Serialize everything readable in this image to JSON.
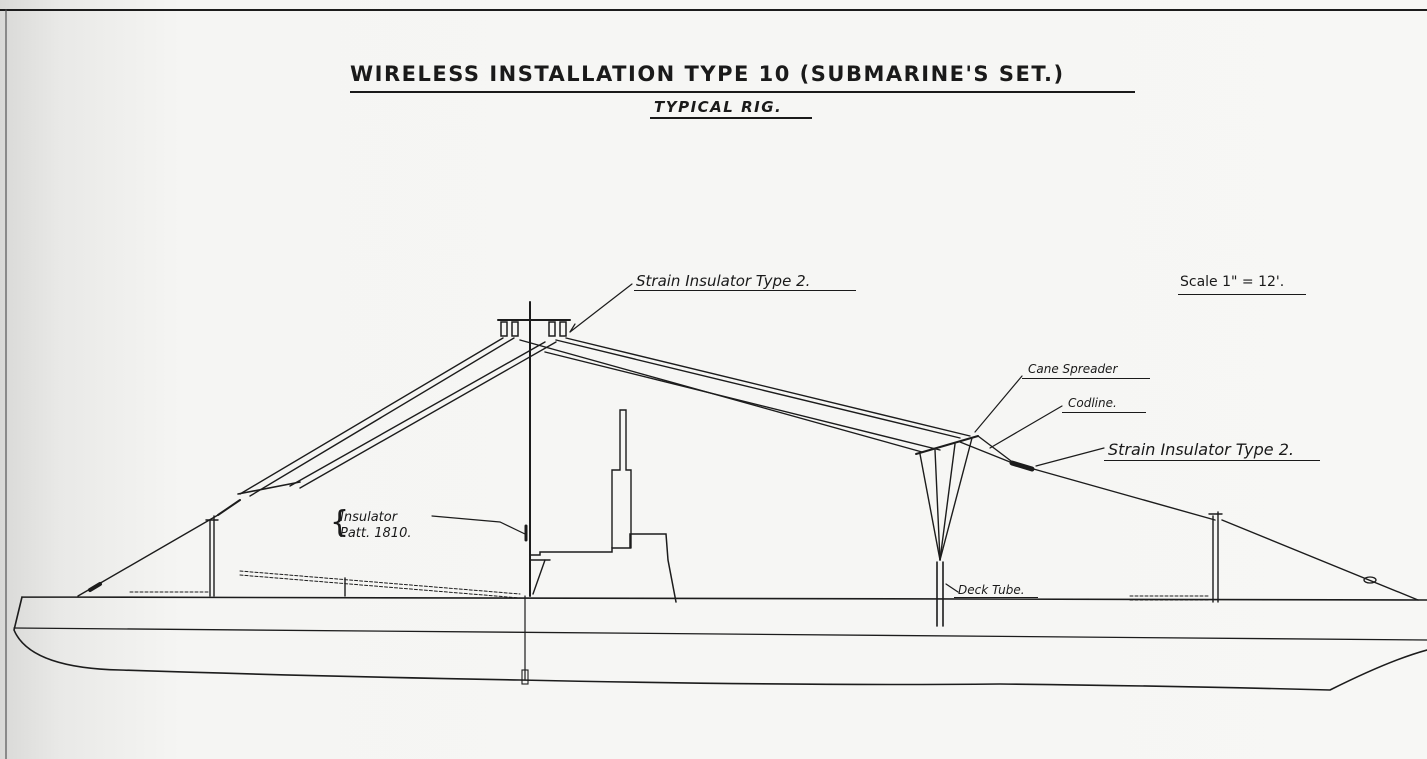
{
  "drawing": {
    "title": "WIRELESS INSTALLATION TYPE 10 (SUBMARINE'S SET.)",
    "subtitle": "TYPICAL RIG.",
    "scale": "Scale 1\" = 12'."
  },
  "labels": {
    "strain_insulator_top": "Strain Insulator Type 2.",
    "cane_spreader": "Cane Spreader",
    "codline": "Codline.",
    "strain_insulator_right": "Strain Insulator Type 2.",
    "insulator_line1": "Insulator",
    "insulator_line2": "Patt. 1810.",
    "deck_tube": "Deck Tube."
  }
}
